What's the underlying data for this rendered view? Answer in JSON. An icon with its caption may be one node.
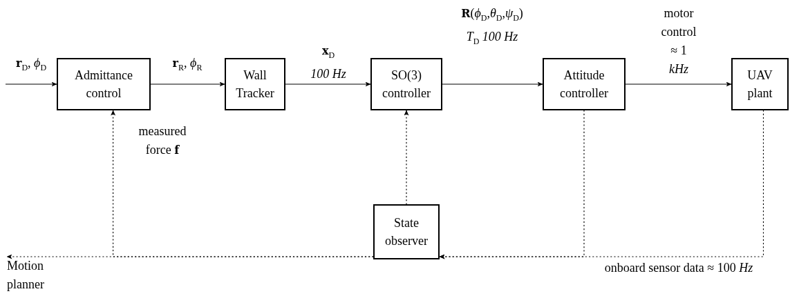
{
  "diagram": {
    "nodes": [
      {
        "text": [
          "Admittance control"
        ]
      },
      {
        "text": [
          "Wall Tracker"
        ]
      },
      {
        "text": [
          "SO(3) controller"
        ]
      },
      {
        "text": [
          "Attitude controller"
        ]
      },
      {
        "text": [
          "UAV plant"
        ]
      },
      {
        "text": [
          "State observer"
        ]
      },
      {
        "text": [
          "Motion planner"
        ]
      }
    ],
    "edges": [
      {
        "from": null,
        "to": 0,
        "arrow": "to",
        "label": "**r**$_{D}$, *ϕ*$_{D}$"
      },
      {
        "from": 0,
        "to": 1,
        "arrow": "to",
        "label": "**r**$_{R}$, *ϕ*$_{R}$"
      },
      {
        "from": 1,
        "to": 2,
        "arrow": "to",
        "label": "**x**$_{D}$ *100 Hz*"
      },
      {
        "from": 2,
        "to": 3,
        "arrow": "to",
        "label": "**R**(*ϕ*$_{D}$,*θ*$_{D}$,*ψ*$_{D}$) *T*$_{D}$ *100 Hz*"
      },
      {
        "from": 3,
        "to": 4,
        "arrow": "to",
        "label": "motor control ≈ 1 *kHz*"
      },
      {
        "from": 5,
        "to": 2,
        "arrow": "to",
        "style": "dashed"
      },
      {
        "from": 4,
        "to": 5,
        "arrow": "to",
        "style": "dashed",
        "label": "onboard sensor data ≈ 100 *Hz*"
      },
      {
        "from": 3,
        "to": 5,
        "arrow": "to",
        "style": "dashed"
      },
      {
        "from": 5,
        "to": 0,
        "arrow": "to",
        "style": "dashed",
        "label": "measured force **f**"
      },
      {
        "from": 5,
        "to": 6,
        "arrow": "to",
        "style": "dashed"
      }
    ]
  }
}
